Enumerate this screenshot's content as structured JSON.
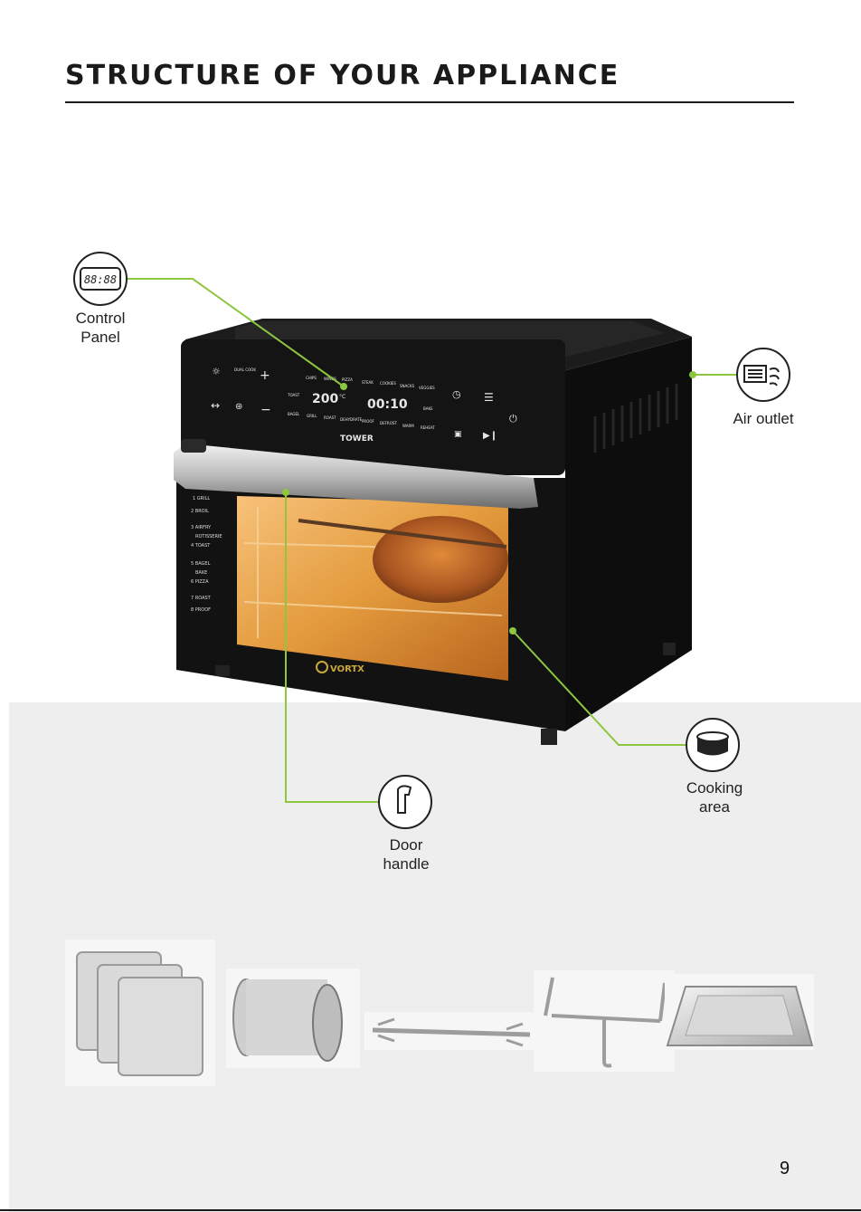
{
  "page": {
    "title": "STRUCTURE OF YOUR APPLIANCE",
    "page_number": "9"
  },
  "callouts": {
    "control_panel": {
      "line1": "Control",
      "line2": "Panel",
      "icon": "digital-display-icon",
      "icon_text": "88:88"
    },
    "air_outlet": {
      "line1": "Air outlet",
      "icon": "air-vent-icon"
    },
    "cooking_area": {
      "line1": "Cooking",
      "line2": "area",
      "icon": "cooking-pot-icon"
    },
    "door_handle": {
      "line1": "Door",
      "line2": "handle",
      "icon": "handle-icon"
    }
  },
  "oven": {
    "brand": "TOWER",
    "window_brand": "VORTX",
    "display_temp": "200",
    "display_temp_unit": "°C",
    "display_time": "00:10",
    "panel_top_labels": [
      "CHIPS",
      "WINGS",
      "PIZZA",
      "STEAK",
      "COOKIES",
      "SNACKS",
      "VEGGIES"
    ],
    "panel_mid_labels": [
      "TOAST",
      "BAKE"
    ],
    "panel_bottom_labels": [
      "BAGEL",
      "GRILL",
      "ROAST",
      "DEHYDRATE",
      "PROOF",
      "DEFROST",
      "WARM",
      "REHEAT"
    ],
    "panel_left_labels": [
      "DUAL COOK"
    ],
    "side_shelf_guide": [
      "1 GRILL",
      "2 BROIL",
      "3 AIRFRY",
      "ROTISSERIE",
      "4 TOAST",
      "5 BAGEL",
      "BAKE",
      "6 PIZZA",
      "7 ROAST",
      "8 PROOF"
    ]
  },
  "accessories": [
    "air-fry-racks",
    "rotisserie-basket",
    "rotisserie-spit",
    "rotisserie-handle",
    "baking-tray"
  ],
  "colors": {
    "accent": "#8dc63f",
    "oven_body": "#111111",
    "window_glow": "#e39a3c",
    "band": "#eeeeee"
  }
}
